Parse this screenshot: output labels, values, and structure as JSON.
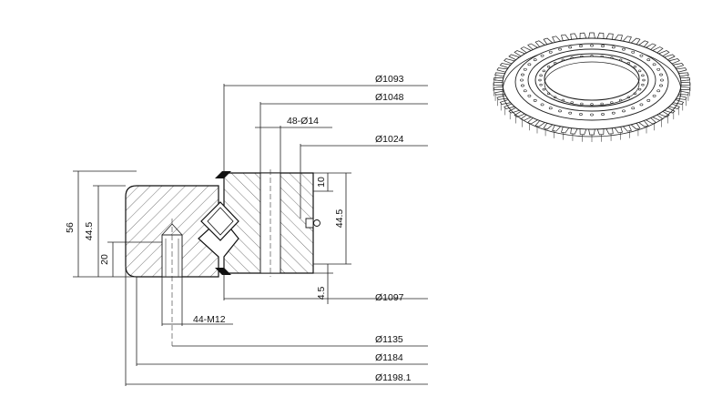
{
  "dimensions": {
    "d1093": "Ø1093",
    "d1048": "Ø1048",
    "holes_top": "48-Ø14",
    "d1024": "Ø1024",
    "d1097": "Ø1097",
    "holes_bottom": "44-M12",
    "d1135": "Ø1135",
    "d1184": "Ø1184",
    "d1198": "Ø1198.1",
    "h56": "56",
    "h44_5_left": "44.5",
    "h20": "20",
    "h10": "10",
    "h44_5_right": "44.5",
    "h4_5": "4.5"
  },
  "colors": {
    "line": "#222222",
    "hatch": "#555555",
    "seal": "#111111"
  }
}
